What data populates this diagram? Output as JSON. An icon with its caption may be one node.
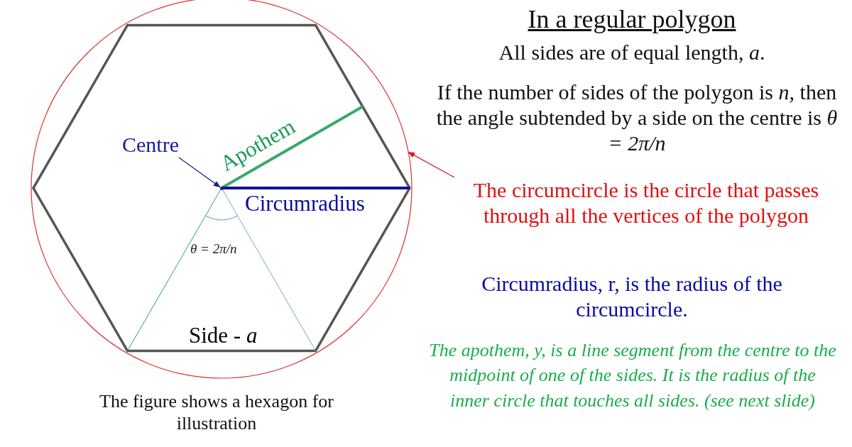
{
  "diagram": {
    "title": "In a regular polygon",
    "caption": "The figure shows a hexagon for illustration",
    "nodes": [
      {
        "text": [],
        "shape": "circle"
      },
      {
        "text": [
          "Centre"
        ],
        "in": 0
      },
      {
        "text": [],
        "shape": "point",
        "in": 0
      },
      {
        "text": [
          "The circumcircle is the circle that passes through all the vertices of the polygon"
        ]
      }
    ],
    "edges": [
      {
        "from": 1,
        "to": 2,
        "arrow": "to",
        "color": "#1f1f8f"
      },
      {
        "from": 3,
        "to": 0,
        "arrow": "to",
        "color": "#d02020"
      }
    ],
    "labels": [
      "Apothem",
      "Circumradius",
      "θ = 2π/n",
      "Side - *a*",
      "All sides are of equal length, *a*.",
      "If the number of sides of the polygon is *n,* then the angle subtended by a side on the centre is *θ = 2π/n*",
      "Circumradius, r, is the radius of the circumcircle.",
      "The apothem, y, is a line segment from the centre to the midpoint of one of the sides. It is the radius of the inner circle that touches all sides. (see next slide)"
    ]
  }
}
